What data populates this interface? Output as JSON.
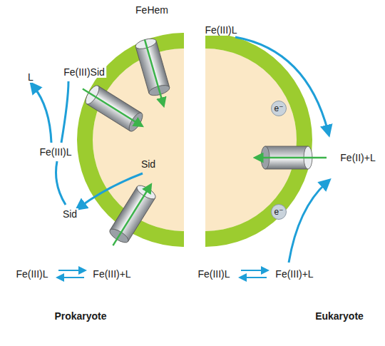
{
  "diagram": {
    "nodes": [
      {
        "text": [
          "e⁻"
        ]
      },
      {
        "text": [
          "e⁻"
        ]
      }
    ],
    "labels": [
      "FeHem",
      "Fe(III)L",
      "L",
      "Fe(III)Sid",
      "Sid",
      "Fe(III)L",
      "Fe(II)+L",
      "Sid",
      "Fe(III)L",
      "Fe(III)+L",
      "Fe(III)L",
      "Fe(III)+L",
      "Prokaryote",
      "Eukaryote"
    ]
  }
}
